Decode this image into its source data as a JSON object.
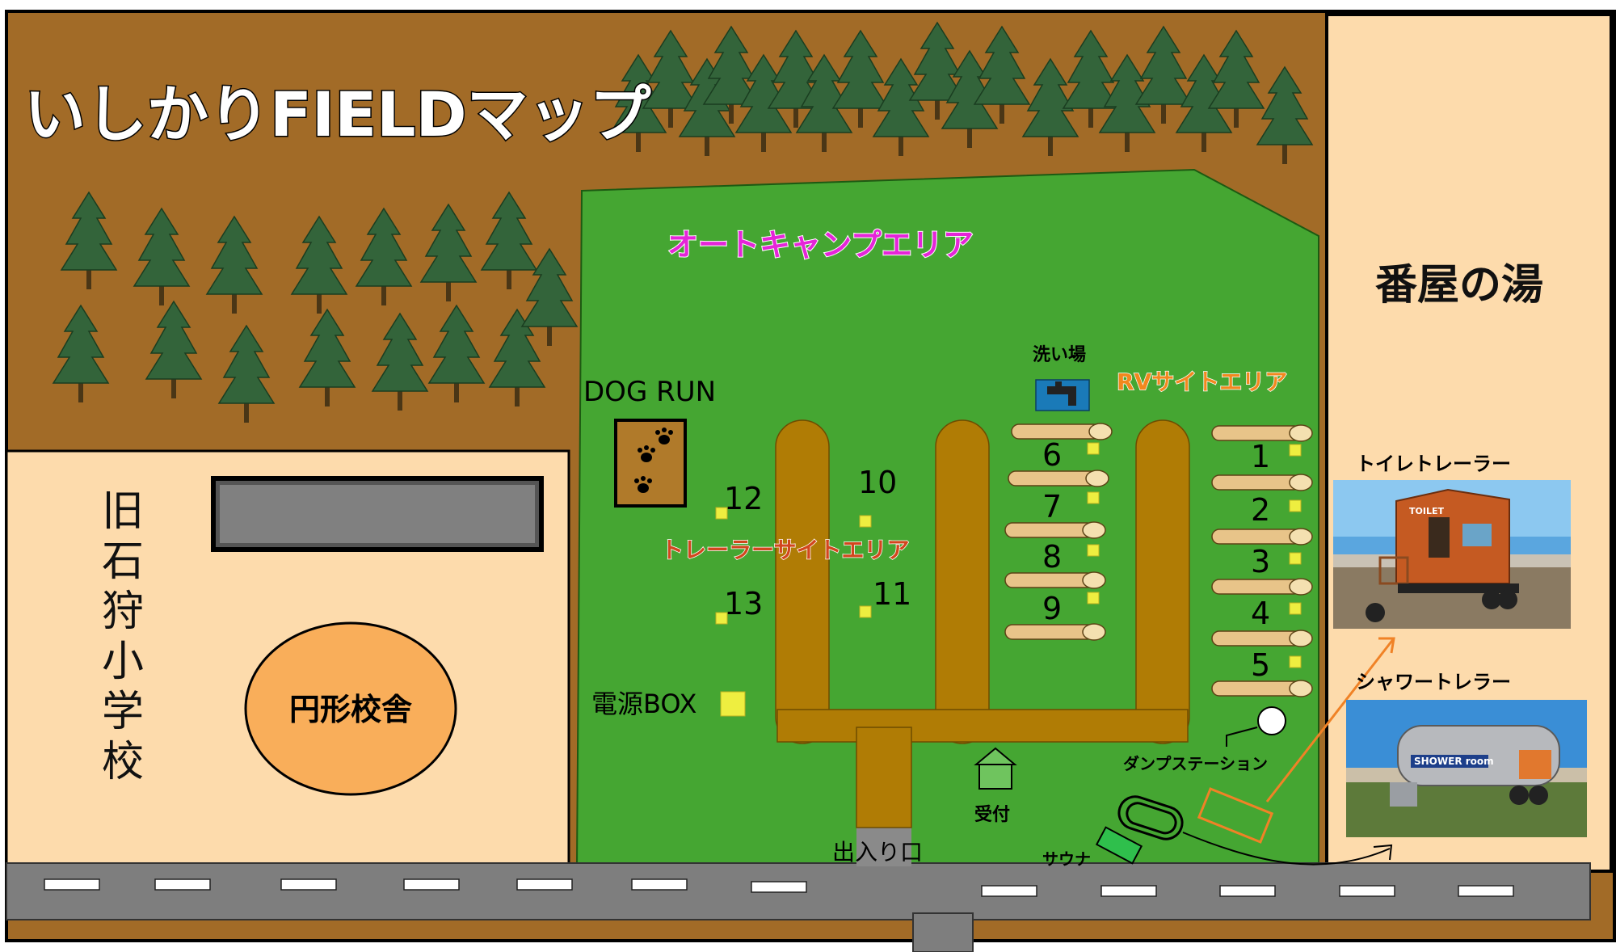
{
  "title": "いしかりFIELDマップ",
  "areas": {
    "auto_camp": "オートキャンプエリア",
    "rv_site": "RVサイトエリア",
    "trailer_site": "トレーラーサイトエリア",
    "dog_run": "DOG RUN",
    "wash_area": "洗い場",
    "power_box": "電源BOX",
    "reception": "受付",
    "entrance": "出入り口",
    "sauna": "サウナ",
    "dump_station": "ダンプステーション",
    "banya": "番屋の湯",
    "old_school": "旧石狩小学校",
    "round_school": "円形校舎",
    "toilet_trailer": "トイレトレーラー",
    "shower_trailer": "シャワートレラー"
  },
  "photo_text": {
    "toilet_sign": "TOILET",
    "shower_sign": "SHOWER room"
  },
  "site_numbers": {
    "rv_right": [
      "1",
      "2",
      "3",
      "4",
      "5"
    ],
    "rv_left": [
      "6",
      "7",
      "8",
      "9"
    ],
    "trailer": [
      "10",
      "11",
      "12",
      "13"
    ]
  },
  "colors": {
    "forest": "#a26b27",
    "grass": "#45a632",
    "sand": "#fddbac",
    "road": "#7e7e7e",
    "path": "#b07c05",
    "title_magenta": "#e525d8",
    "rv_orange": "#f2881e",
    "trailer_red": "#d2461d",
    "arrow_orange": "#f08226",
    "marker_yellow": "#eeee40"
  },
  "icons": [
    "conifer-tree-icon",
    "faucet-icon",
    "paw-print-icon",
    "reception-hut-icon",
    "dump-station-circle-icon"
  ]
}
